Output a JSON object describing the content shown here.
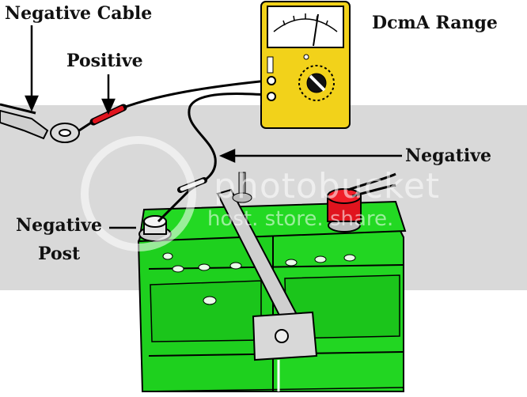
{
  "labels": {
    "negative_cable": "Negative Cable",
    "positive": "Positive",
    "dcma_range": "DcmA Range",
    "negative": "Negative",
    "negative_post_line1": "Negative",
    "negative_post_line2": "Post"
  },
  "watermark": {
    "text": "photobucket",
    "subtext": "host. store. share."
  },
  "colors": {
    "battery": "#1fd11f",
    "battery_dark": "#0a7a0a",
    "meter_body": "#f2d21a",
    "positive_post": "#e0141e",
    "probe_red": "#e0141e",
    "band": "#d6d6d6"
  }
}
